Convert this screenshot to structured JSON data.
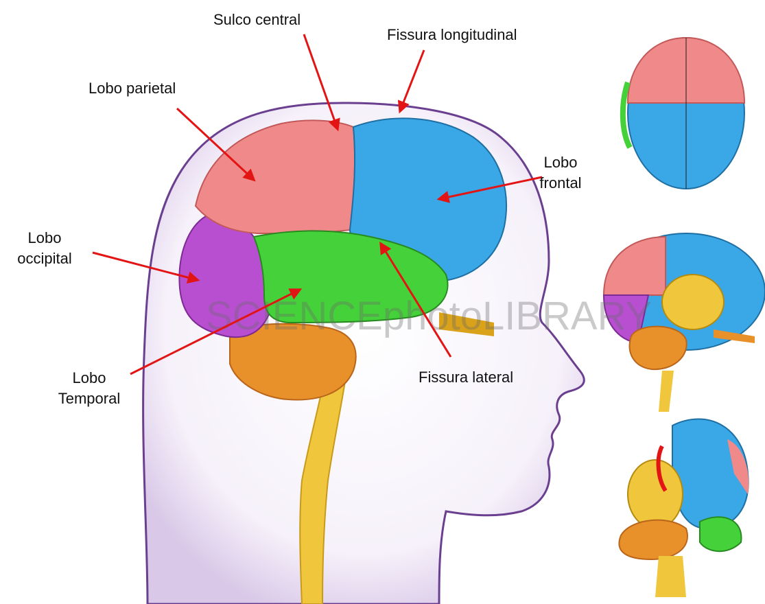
{
  "labels": {
    "sulco_central": "Sulco central",
    "fissura_longitudinal": "Fissura longitudinal",
    "lobo_parietal": "Lobo parietal",
    "lobo_frontal_line1": "Lobo",
    "lobo_frontal_line2": "frontal",
    "lobo_occipital_line1": "Lobo",
    "lobo_occipital_line2": "occipital",
    "lobo_temporal_line1": "Lobo",
    "lobo_temporal_line2": "Temporal",
    "fissura_lateral": "Fissura lateral"
  },
  "watermark": "SCIENCEphotoLIBRARY",
  "colors": {
    "arrow": "#e31414",
    "parietal": "#f08a8a",
    "frontal": "#3aa7e6",
    "temporal": "#45d13a",
    "occipital": "#b84fd1",
    "cerebellum": "#e8902a",
    "brainstem": "#f0c63c",
    "head_outline": "#6b3f8f"
  }
}
